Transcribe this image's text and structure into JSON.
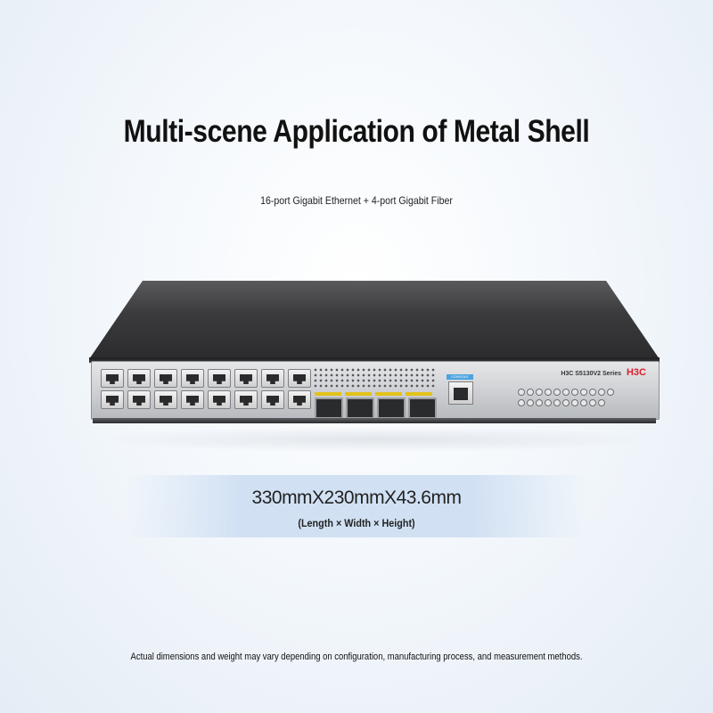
{
  "header": {
    "title": "Multi-scene Application of Metal Shell",
    "subtitle": "16-port Gigabit Ethernet + 4-port Gigabit Fiber"
  },
  "product": {
    "brand_model": "H3C  S5130V2  Series",
    "logo_text": "H3C",
    "console_label": "CONSOLE",
    "port_count_ethernet": 16,
    "port_count_fiber": 4,
    "colors": {
      "logo_red": "#d9202a",
      "console_blue": "#4aa3e0",
      "sfp_yellow": "#e3c21a",
      "chassis_dark": "#2a2a2c"
    }
  },
  "dimensions": {
    "value": "330mmX230mmX43.6mm",
    "caption": "(Length × Width × Height)"
  },
  "footer": {
    "disclaimer": "Actual dimensions and weight may vary depending on configuration, manufacturing process, and measurement methods."
  }
}
